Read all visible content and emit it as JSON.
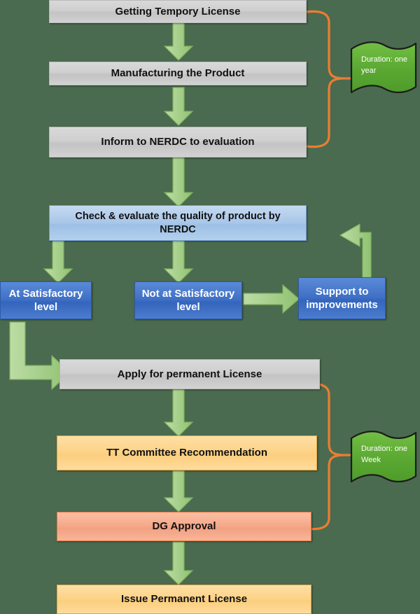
{
  "diagram": {
    "title": "Licensing process flowchart",
    "background_color": "#4a6b4f",
    "arrow_color": "#a9d18e",
    "bracket_color": "#ED7D31",
    "flag_color": "#5aa832"
  },
  "nodes": {
    "getting_temporary_license": "Getting Tempory License",
    "manufacturing_the_product": "Manufacturing the Product",
    "inform_nerdc": "Inform to NERDC to evaluation",
    "check_evaluate": "Check & evaluate the quality of product by NERDC",
    "at_satisfactory": "At Satisfactory level",
    "not_at_satisfactory": "Not at Satisfactory level",
    "support_improvements": "Support to improvements",
    "apply_permanent_license": "Apply for permanent License",
    "tt_committee": "TT Committee Recommendation",
    "dg_approval": "DG Approval",
    "issue_permanent_license": "Issue Permanent License"
  },
  "flags": {
    "top": "Duration: one year",
    "bottom": "Duration: one Week"
  },
  "icons": {
    "down_arrow": "arrow-down-icon",
    "right_arrow": "arrow-right-icon",
    "elbow_arrow": "elbow-arrow-icon",
    "loop_arrow": "loop-arrow-icon",
    "flag": "flag-icon",
    "bracket": "curly-bracket-icon"
  }
}
